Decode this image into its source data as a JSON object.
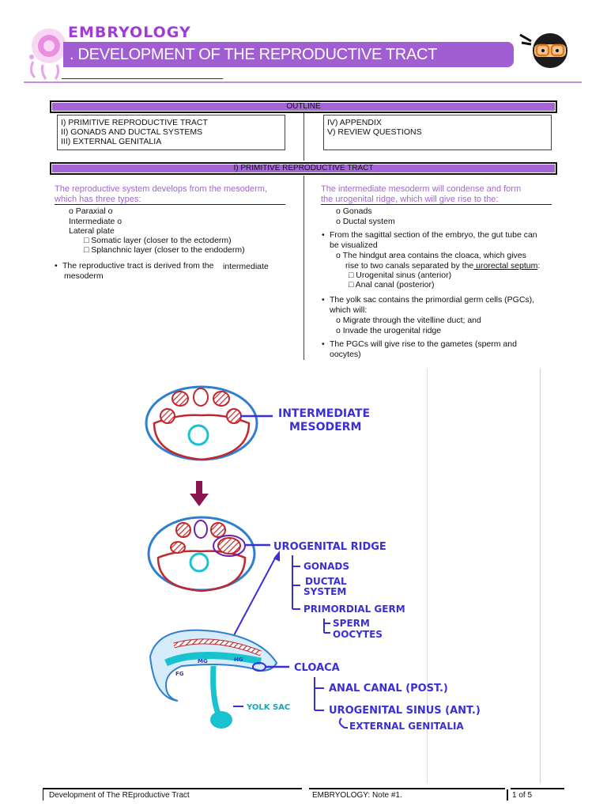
{
  "header": {
    "brand": "EMBRYOLOGY",
    "title": ". DEVELOPMENT OF THE REPRODUCTIVE TRACT"
  },
  "outline": {
    "heading": "OUTLINE",
    "left_items": [
      "I) PRIMITIVE REPRODUCTIVE TRACT",
      "II) GONADS AND DUCTAL SYSTEMS",
      "III) EXTERNAL GENITALIA"
    ],
    "right_items": [
      "IV) APPENDIX",
      "V) REVIEW QUESTIONS"
    ]
  },
  "section1": {
    "heading": "I) PRIMITIVE REPRODUCTIVE TRACT",
    "left": {
      "intro_line1": "The reproductive system develops from the mesoderm,",
      "intro_line2": "which has three types:",
      "items": [
        "o     Paraxial  o",
        "Intermediate o",
        "Lateral plate"
      ],
      "subitems": [
        "□ Somatic layer (closer to the ectoderm)",
        "□ Splanchnic layer (closer to the endoderm)"
      ],
      "bullet_text1": "The reproductive tract is derived from the",
      "bullet_text1b": "intermediate",
      "bullet_text2": "mesoderm"
    },
    "right": {
      "intro_line1": "The intermediate mesoderm will condense and form",
      "intro_line2": "the urogenital ridge, which will give rise to the:",
      "items": [
        "o Gonads",
        "o Ductal system"
      ],
      "b1_line1": "From the sagittal section of the embryo, the gut tube can",
      "b1_line2": "be visualized",
      "b1_sub1": "o The hindgut area contains the cloaca, which gives",
      "b1_sub2_pre": "rise to two canals separated by the",
      "b1_sub2_u": " urorectal septum",
      "b1_sub2_post": ":",
      "b1_subsub": [
        "□ Urogenital sinus (anterior)",
        "□ Anal canal (posterior)"
      ],
      "b2_line1": "The yolk sac contains the primordial germ cells (PGCs),",
      "b2_line2": "which will:",
      "b2_subs": [
        "o Migrate through the vitelline duct; and",
        "o Invade the urogenital ridge"
      ],
      "b3_line1": "The PGCs will give rise to the gametes (sperm and",
      "b3_line2": "oocytes)"
    }
  },
  "diagram": {
    "label_intermediate1": "INTERMEDIATE",
    "label_intermediate2": "MESODERM",
    "label_ridge": "UROGENITAL RIDGE",
    "label_gonads": "GONADS",
    "label_ductal1": "DUCTAL",
    "label_ductal2": "SYSTEM",
    "label_primordial": "PRIMORDIAL GERM",
    "label_sperm": "SPERM",
    "label_oocytes": "OOCYTES",
    "label_cloaca": "CLOACA",
    "label_anal": "ANAL CANAL (POST.)",
    "label_sinus": "UROGENITAL SINUS (ANT.)",
    "label_external": "EXTERNAL GENITALIA",
    "label_yolk": "YOLK SAC",
    "label_fg": "FG",
    "label_mg": "MG",
    "label_hg": "HG"
  },
  "footer": {
    "left": "Development of The REproductive Tract",
    "center": "EMBRYOLOGY: Note #1.",
    "right": "1 of 5"
  },
  "colors": {
    "accent": "#a565d6",
    "diagram_red": "#c0282d",
    "diagram_blue": "#2f7fd0",
    "teal": "#19c2cf",
    "ink": "#3a2fd6"
  }
}
